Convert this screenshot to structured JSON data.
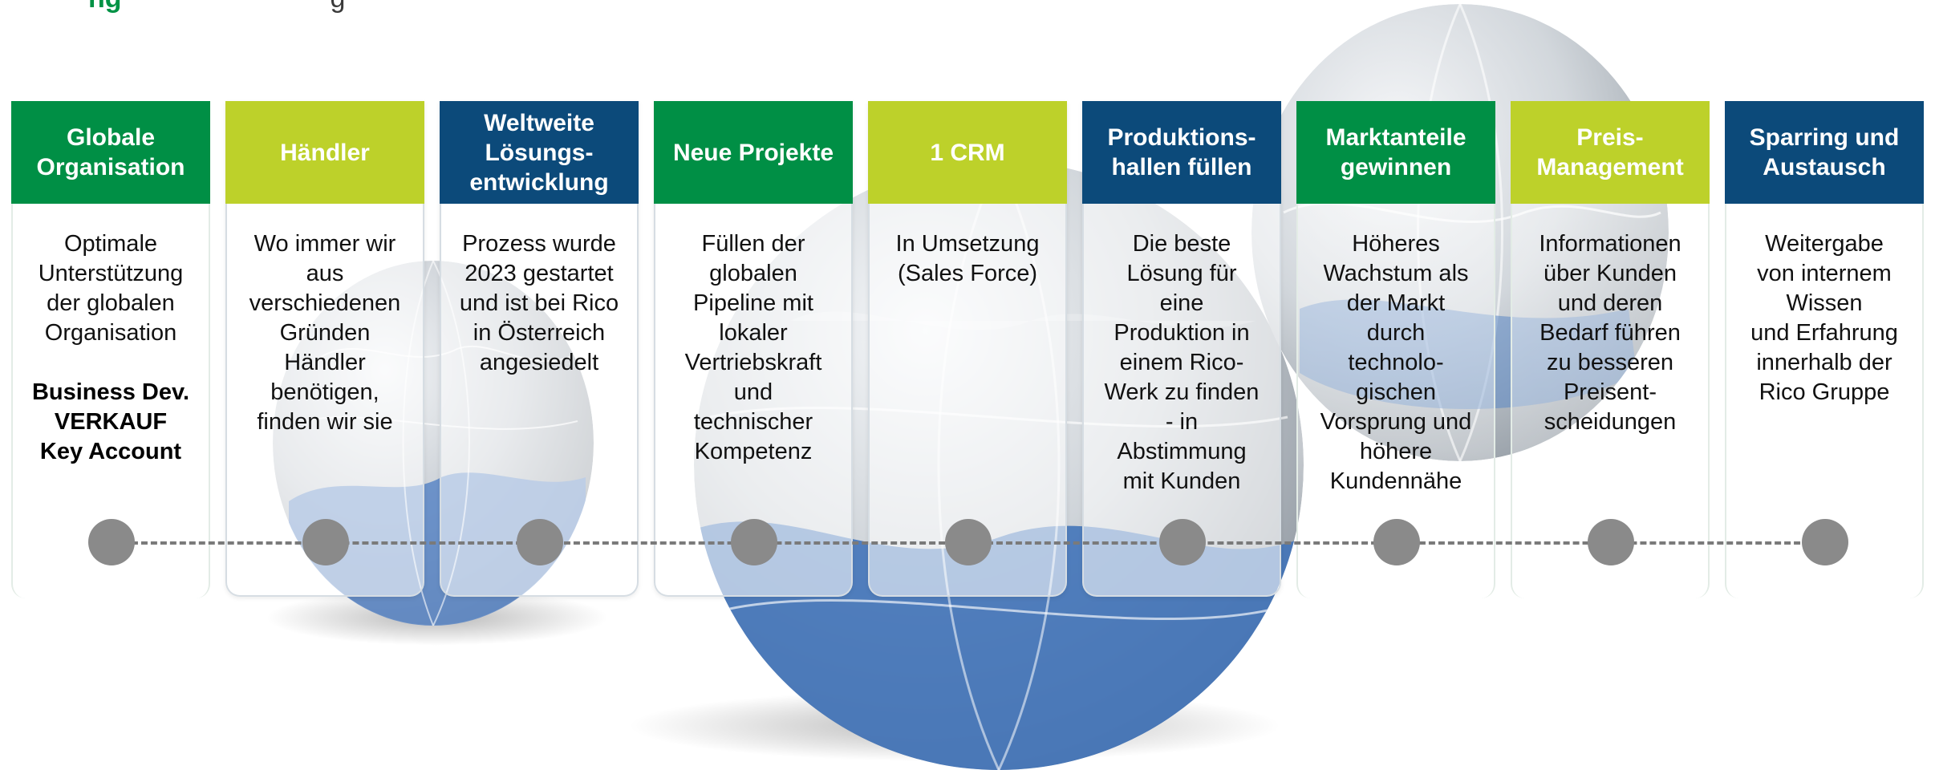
{
  "top_line": {
    "accent": "ng",
    "text": "g"
  },
  "columns": [
    {
      "header": "Globale\nOrganisation",
      "color": "#008f45",
      "text": "Optimale\nUnterstützung\nder globalen\nOrganisation",
      "bold": "Business Dev.\nVERKAUF\nKey Account"
    },
    {
      "header": "Händler",
      "color": "#bdd12a",
      "text": "Wo immer wir\naus\nverschiedenen\nGründen\nHändler\nbenötigen,\nfinden wir sie"
    },
    {
      "header": "Weltweite\nLösungs-\nentwicklung",
      "color": "#0c4a7a",
      "text": "Prozess wurde\n2023 gestartet\nund ist bei Rico\nin Österreich\nangesiedelt"
    },
    {
      "header": "Neue Projekte",
      "color": "#008f45",
      "text": "Füllen der\nglobalen\nPipeline mit\nlokaler\nVertriebskraft\nund\ntechnischer\nKompetenz"
    },
    {
      "header": "1 CRM",
      "color": "#bdd12a",
      "text": "In Umsetzung\n(Sales Force)"
    },
    {
      "header": "Produktions-\nhallen füllen",
      "color": "#0c4a7a",
      "text": "Die beste\nLösung für\neine\nProduktion in\neinem Rico-\nWerk zu finden\n-  in\nAbstimmung\nmit Kunden"
    },
    {
      "header": "Marktanteile\ngewinnen",
      "color": "#008f45",
      "text": "Höheres\nWachstum als\nder Markt\ndurch\ntechnolo-\ngischen\nVorsprung und\nhöhere\nKundennähe"
    },
    {
      "header": "Preis-\nManagement",
      "color": "#bdd12a",
      "text": "Informationen\nüber Kunden\nund deren\nBedarf führen\nzu besseren\nPreisent-\nscheidungen"
    },
    {
      "header": "Sparring und\nAustausch",
      "color": "#0c4a7a",
      "text": "Weitergabe\nvon internem\nWissen\nund Erfahrung\ninnerhalb der\nRico Gruppe"
    }
  ],
  "icons": {
    "globe": "globe-icon",
    "timeline_dot": "timeline-dot"
  }
}
